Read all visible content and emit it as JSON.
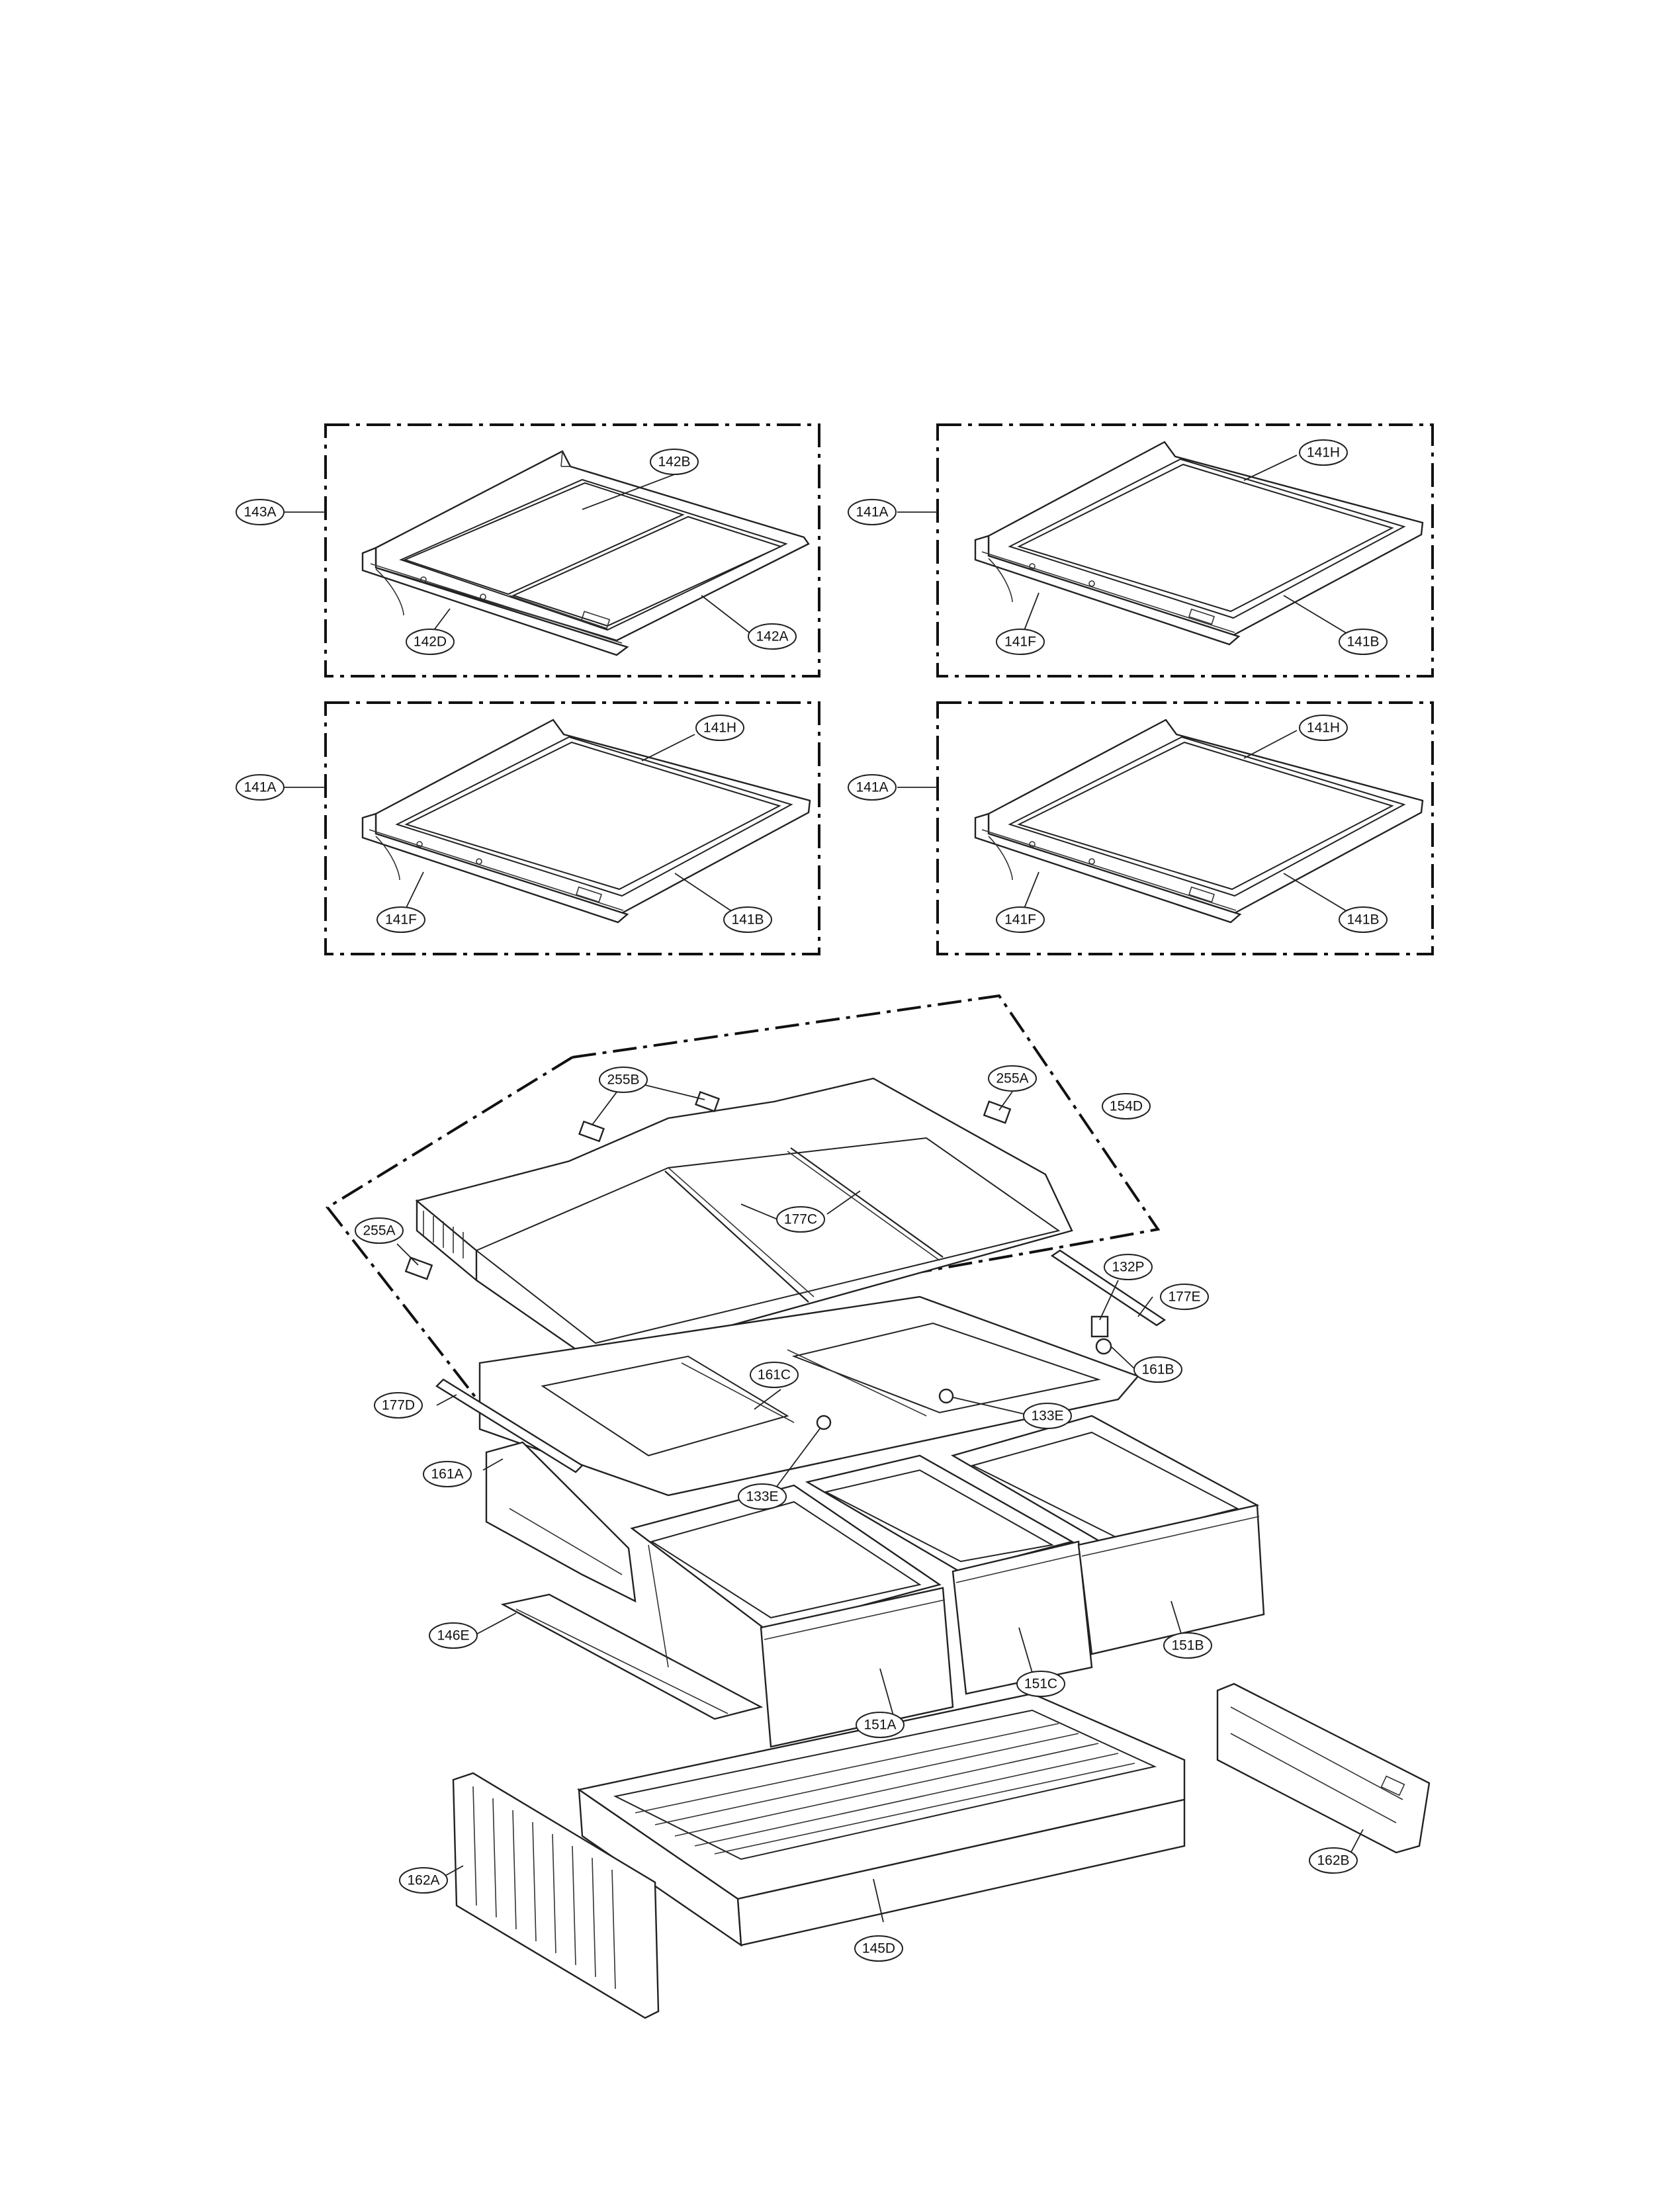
{
  "panels": {
    "shelf_top_left": {
      "label_main": "143A",
      "label_glass_rear": "142B",
      "label_frame": "142D",
      "label_glass_front": "142A"
    },
    "shelf_top_right": {
      "label_main": "141A",
      "label_glass": "141H",
      "label_frame_left": "141F",
      "label_frame_right": "141B"
    },
    "shelf_mid_left": {
      "label_main": "141A",
      "label_glass": "141H",
      "label_frame_left": "141F",
      "label_frame_right": "141B"
    },
    "shelf_mid_right": {
      "label_main": "141A",
      "label_glass": "141H",
      "label_frame_left": "141F",
      "label_frame_right": "141B"
    }
  },
  "assembly": {
    "cover_assembly": "154D",
    "hinge_left_top": "255B",
    "hinge_right_top": "255A",
    "hinge_left": "255A",
    "divider_bar": "177C",
    "bracket": "132P",
    "rail_right": "177E",
    "roller_right": "161B",
    "rail_left": "177D",
    "center_divider": "161C",
    "guide_right": "133E",
    "frame_left": "161A",
    "guide_left": "133E",
    "slide_left": "146E",
    "drawer_left": "151A",
    "drawer_center": "151C",
    "drawer_right": "151B",
    "side_panel_left": "162A",
    "side_panel_right": "162B",
    "pantry_drawer": "145D"
  }
}
